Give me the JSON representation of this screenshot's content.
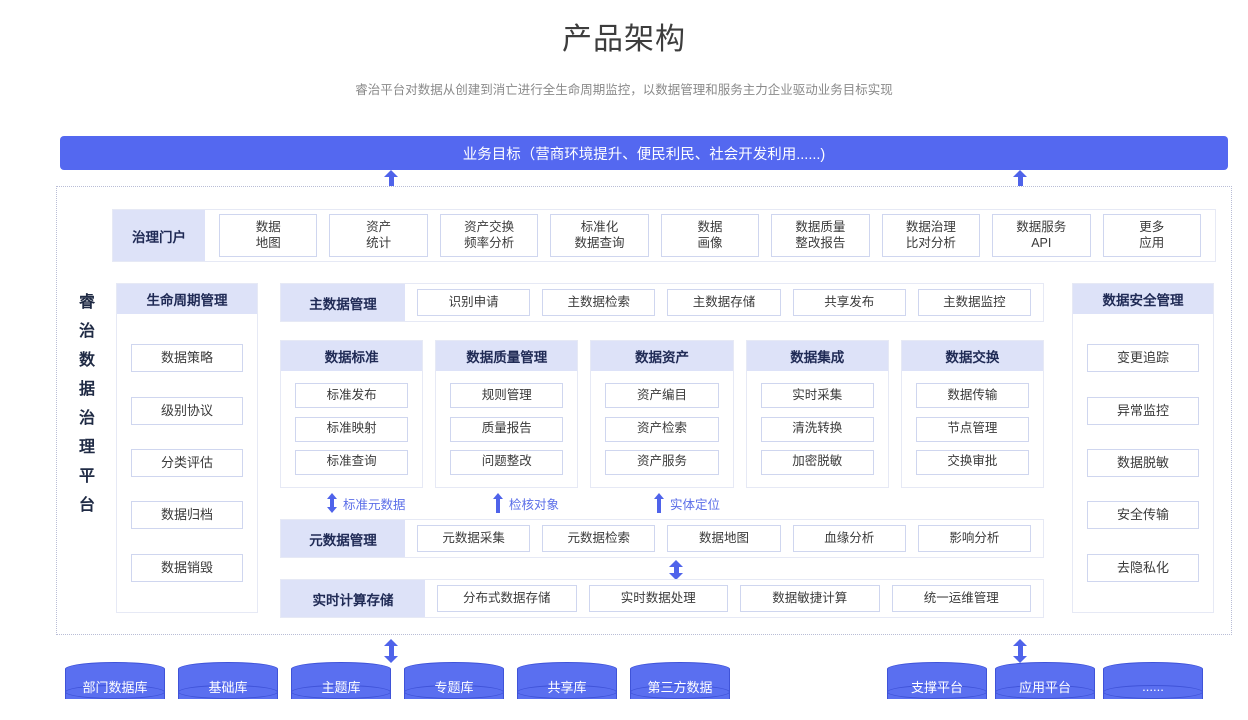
{
  "header": {
    "title": "产品架构",
    "subtitle": "睿治平台对数据从创建到消亡进行全生命周期监控，以数据管理和服务主力企业驱动业务目标实现"
  },
  "goal_bar": {
    "label": "业务目标（营商环境提升、便民利民、社会开发利用......)"
  },
  "platform": {
    "vertical_label": "睿治数据治理平台"
  },
  "portal": {
    "header": "治理门户",
    "apps": [
      {
        "line1": "数据",
        "line2": "地图"
      },
      {
        "line1": "资产",
        "line2": "统计"
      },
      {
        "line1": "资产交换",
        "line2": "频率分析"
      },
      {
        "line1": "标准化",
        "line2": "数据查询"
      },
      {
        "line1": "数据",
        "line2": "画像"
      },
      {
        "line1": "数据质量",
        "line2": "整改报告"
      },
      {
        "line1": "数据治理",
        "line2": "比对分析"
      },
      {
        "line1": "数据服务",
        "line2": "API"
      },
      {
        "line1": "更多",
        "line2": "应用"
      }
    ]
  },
  "lifecycle": {
    "header": "生命周期管理",
    "items": [
      "数据策略",
      "级别协议",
      "分类评估",
      "数据归档",
      "数据销毁"
    ]
  },
  "master_data": {
    "header": "主数据管理",
    "items": [
      "识别申请",
      "主数据检索",
      "主数据存储",
      "共享发布",
      "主数据监控"
    ]
  },
  "domains": [
    {
      "header": "数据标准",
      "items": [
        "标准发布",
        "标准映射",
        "标准查询"
      ]
    },
    {
      "header": "数据质量管理",
      "items": [
        "规则管理",
        "质量报告",
        "问题整改"
      ]
    },
    {
      "header": "数据资产",
      "items": [
        "资产编目",
        "资产检索",
        "资产服务"
      ]
    },
    {
      "header": "数据集成",
      "items": [
        "实时采集",
        "清洗转换",
        "加密脱敏"
      ]
    },
    {
      "header": "数据交换",
      "items": [
        "数据传输",
        "节点管理",
        "交换审批"
      ]
    }
  ],
  "arrow_labels": [
    {
      "text": "标准元数据",
      "direction": "both"
    },
    {
      "text": "检核对象",
      "direction": "up"
    },
    {
      "text": "实体定位",
      "direction": "up"
    }
  ],
  "metadata": {
    "header": "元数据管理",
    "items": [
      "元数据采集",
      "元数据检索",
      "数据地图",
      "血缘分析",
      "影响分析"
    ]
  },
  "compute": {
    "header": "实时计算存储",
    "items": [
      "分布式数据存储",
      "实时数据处理",
      "数据敏捷计算",
      "统一运维管理"
    ]
  },
  "security": {
    "header": "数据安全管理",
    "items": [
      "变更追踪",
      "异常监控",
      "数据脱敏",
      "安全传输",
      "去隐私化"
    ]
  },
  "data_sources": [
    "部门数据库",
    "基础库",
    "主题库",
    "专题库",
    "共享库",
    "第三方数据"
  ],
  "platforms": [
    "支撑平台",
    "应用平台",
    "......"
  ],
  "colors": {
    "accent": "#5468f0",
    "arrow": "#4f63ea",
    "header_bg": "#dde2f8",
    "header_text": "#1f2a55",
    "cylinder": "#5a6ff0"
  }
}
